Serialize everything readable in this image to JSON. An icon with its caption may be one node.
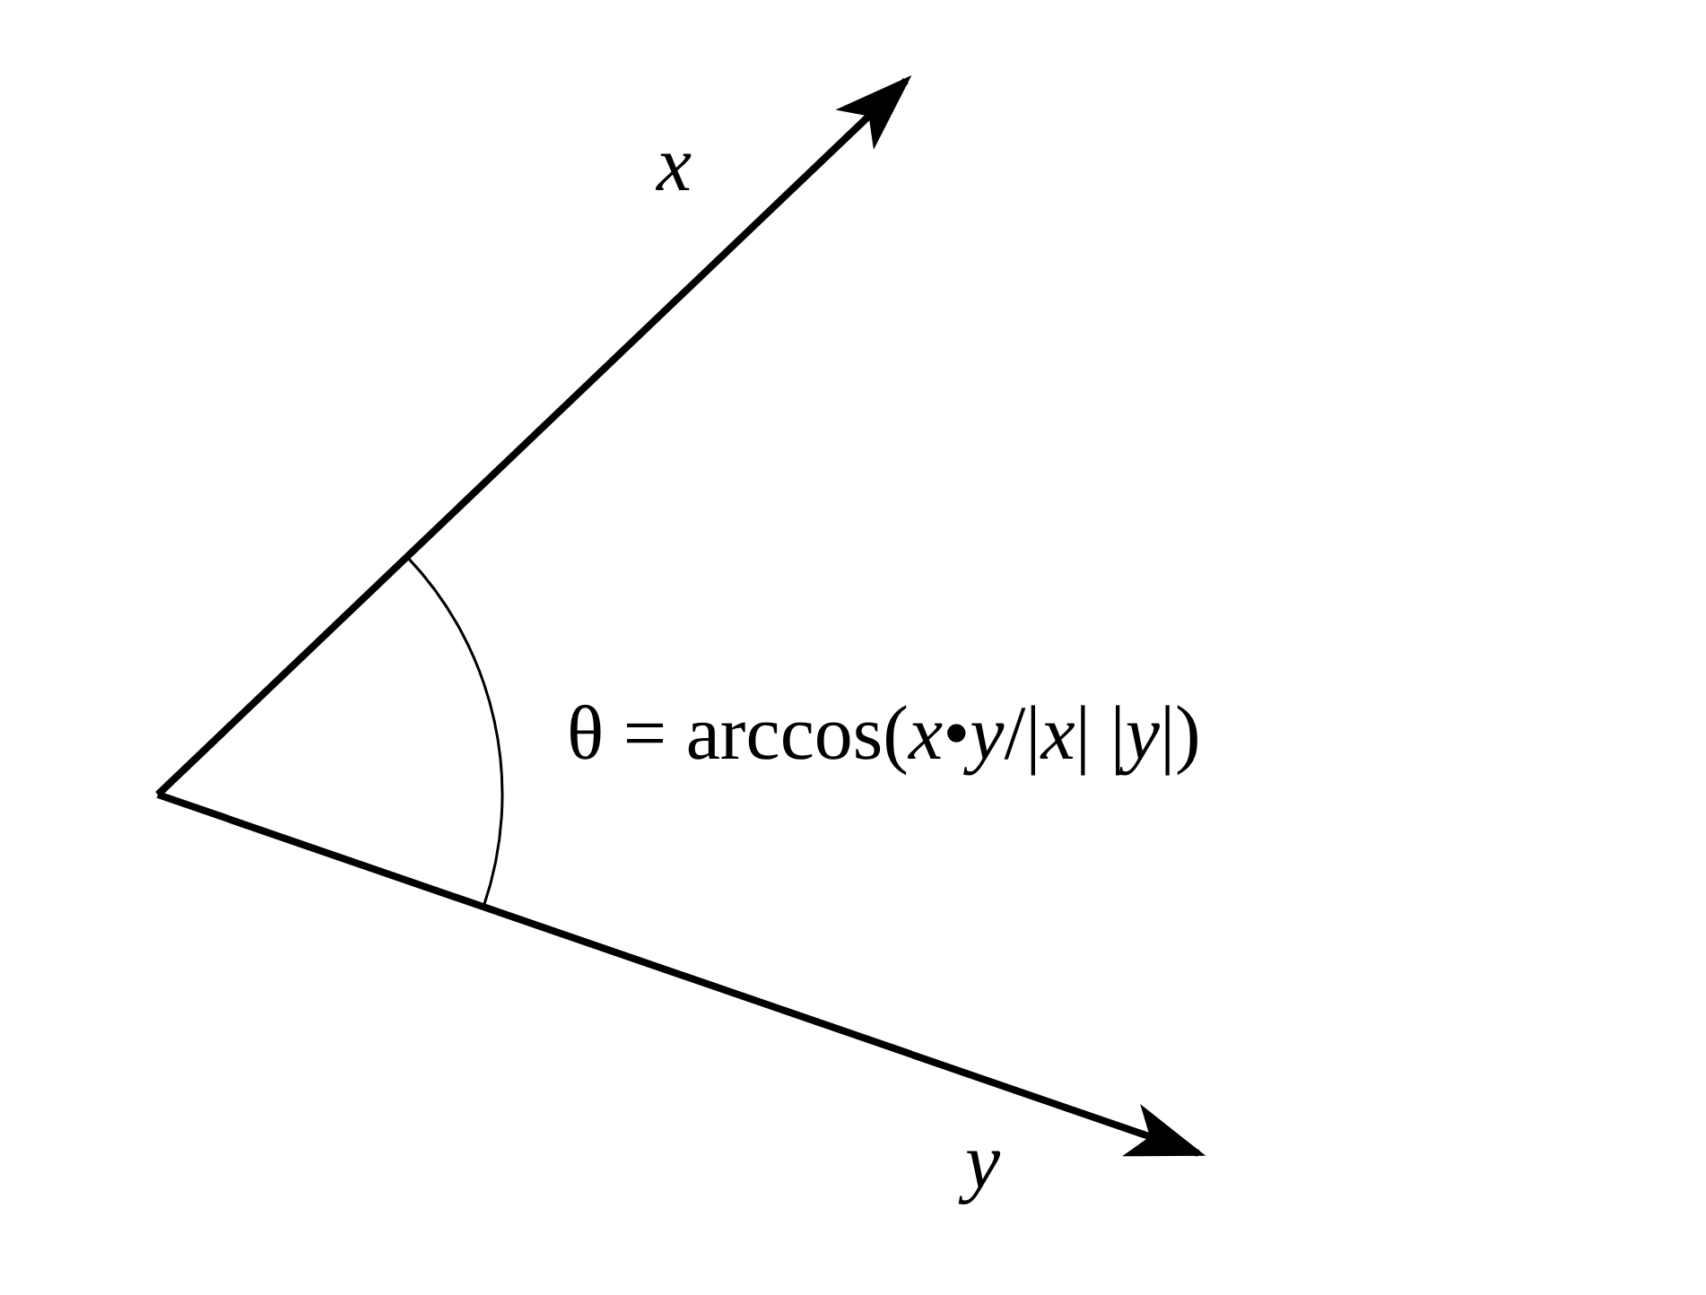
{
  "diagram": {
    "labels": [
      "x",
      "θ = arccos(*x*•*y*/|*x*| |*y*|)",
      "y"
    ]
  }
}
